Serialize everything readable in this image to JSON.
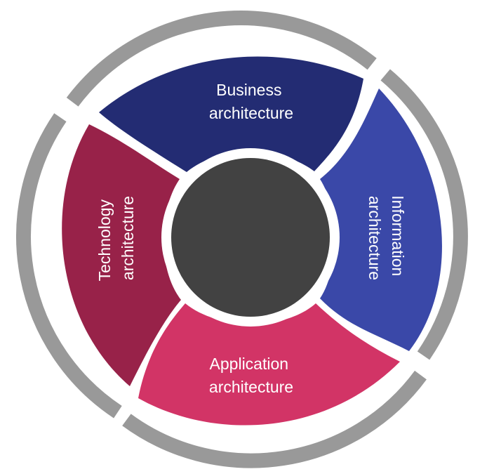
{
  "diagram": {
    "center_color": "#424242",
    "ring_color": "#999999",
    "segments": [
      {
        "id": "business",
        "line1": "Business",
        "line2": "architecture",
        "color": "#232c73"
      },
      {
        "id": "information",
        "line1": "Information",
        "line2": "architecture",
        "color": "#3a48a8"
      },
      {
        "id": "application",
        "line1": "Application",
        "line2": "architecture",
        "color": "#d23466"
      },
      {
        "id": "technology",
        "line1": "Technology",
        "line2": "architecture",
        "color": "#982249"
      }
    ]
  }
}
